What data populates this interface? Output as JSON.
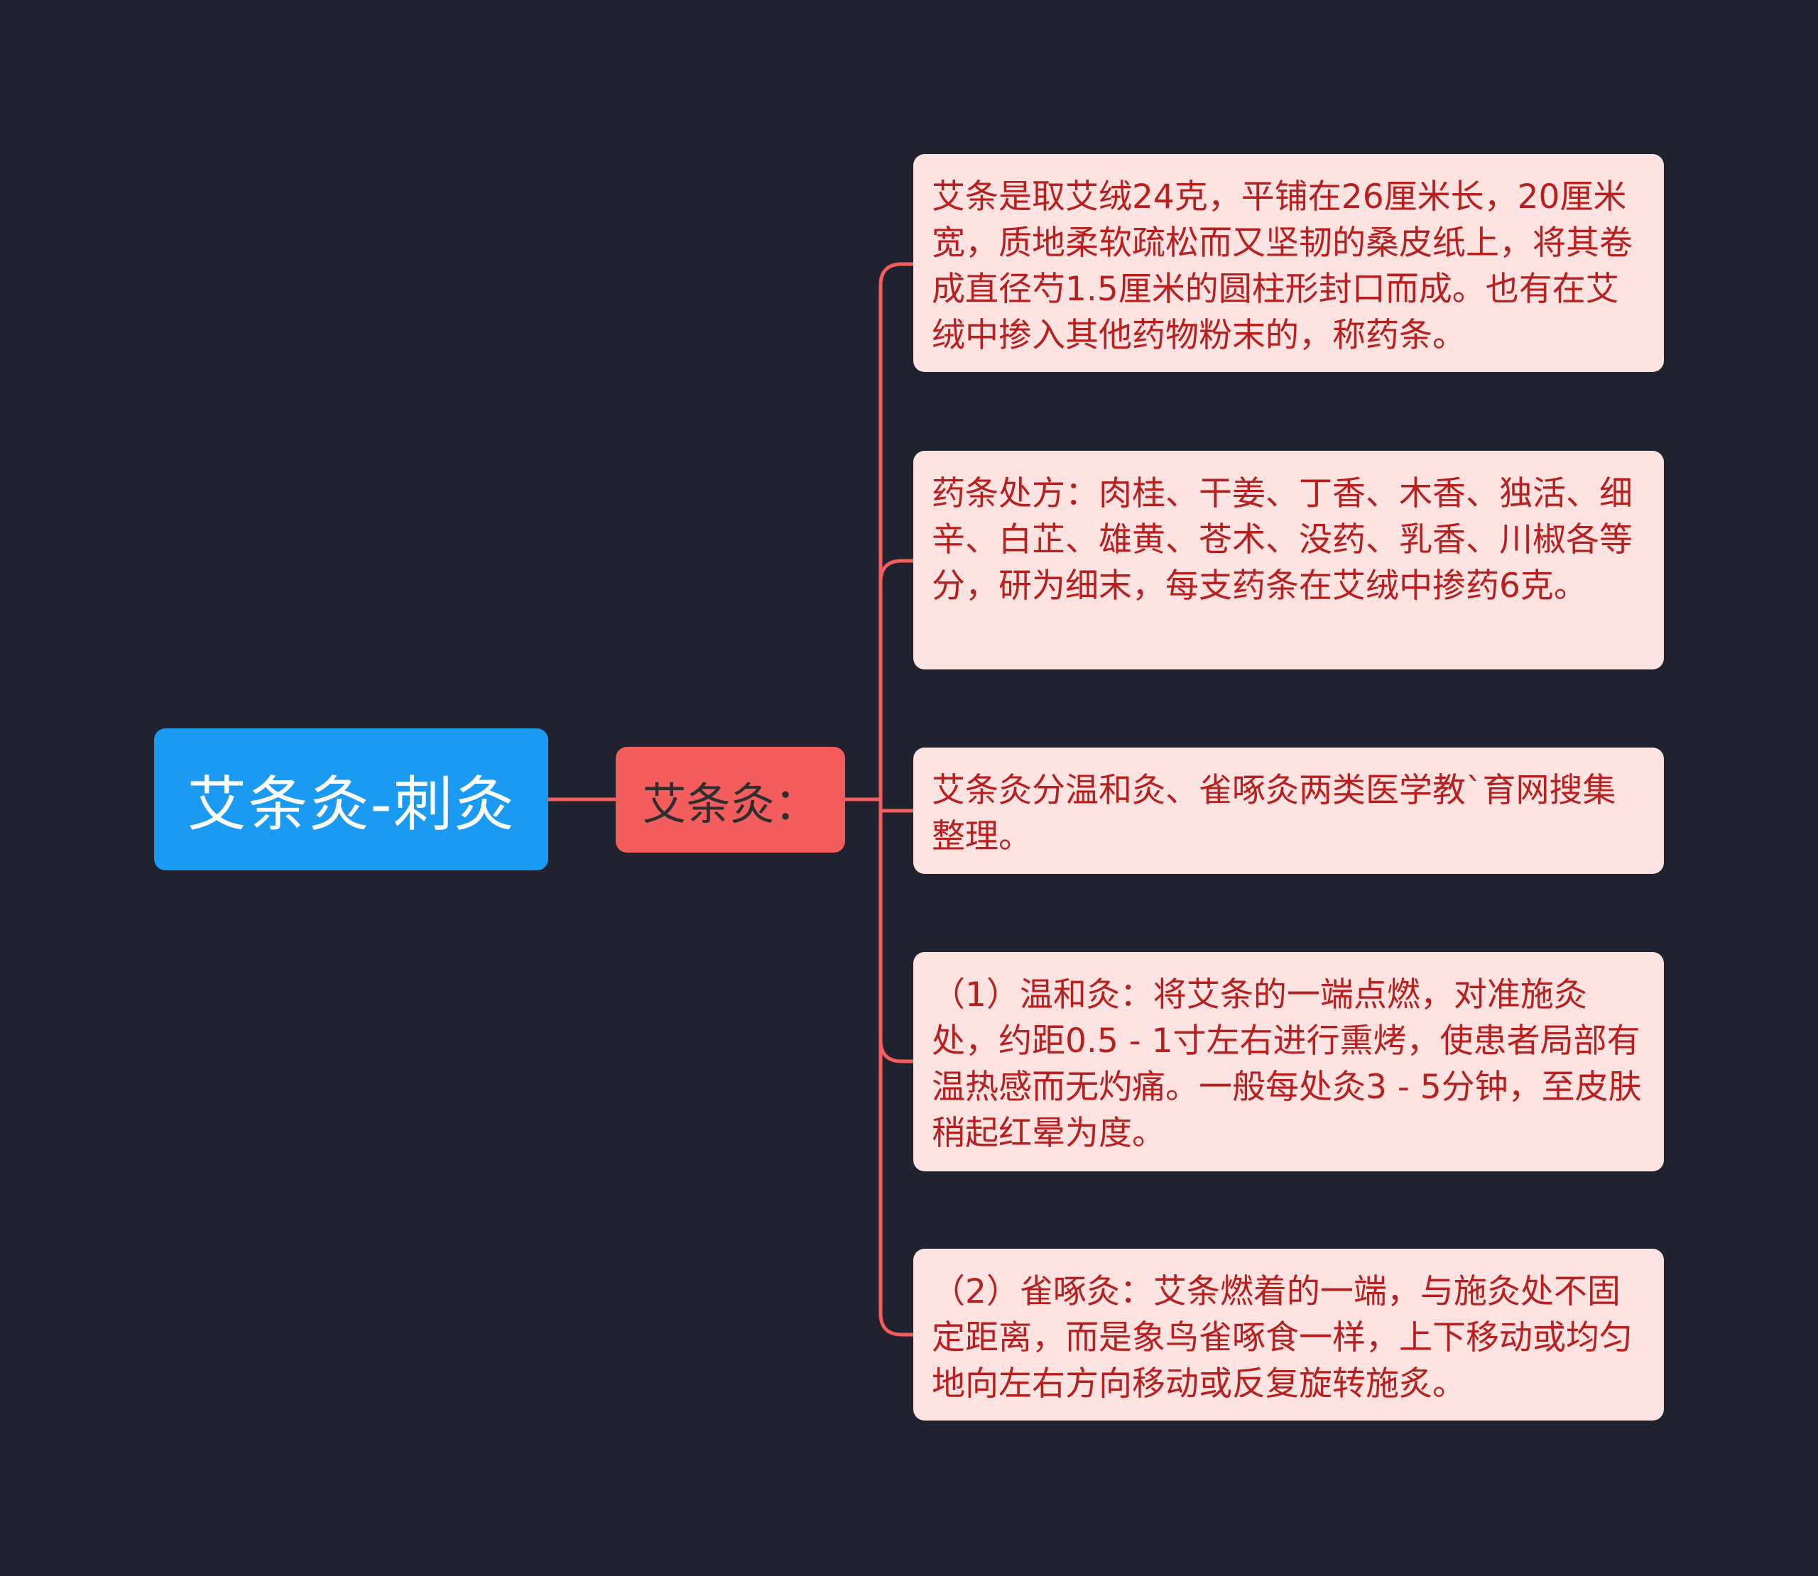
{
  "colors": {
    "background": "#20232f",
    "root_fill": "#1a9af0",
    "branch_fill": "#f45d5d",
    "leaf_fill": "#fde2e2",
    "leaf_text": "#b8201f",
    "connector": "#f45d5d"
  },
  "root": {
    "label": "艾条灸-刺灸"
  },
  "branch": {
    "label": "艾条灸："
  },
  "leaves": [
    {
      "text": "艾条是取艾绒24克，平铺在26厘米长，20厘米宽，质地柔软疏松而又坚韧的桑皮纸上，将其卷成直径芍1.5厘米的圆柱形封口而成。也有在艾绒中掺入其他药物粉末的，称药条。"
    },
    {
      "text": "药条处方：肉桂、干姜、丁香、木香、独活、细辛、白芷、雄黄、苍术、没药、乳香、川椒各等分，研为细末，每支药条在艾绒中掺药6克。"
    },
    {
      "text": "艾条灸分温和灸、雀啄灸两类医学教`育网搜集整理。"
    },
    {
      "text": "（1）温和灸：将艾条的一端点燃，对准施灸处，约距0.5 - 1寸左右进行熏烤，使患者局部有温热感而无灼痛。一般每处灸3 - 5分钟，至皮肤稍起红晕为度。"
    },
    {
      "text": "（2）雀啄灸：艾条燃着的一端，与施灸处不固定距离，而是象鸟雀啄食一样，上下移动或均匀地向左右方向移动或反复旋转施炙。"
    }
  ]
}
